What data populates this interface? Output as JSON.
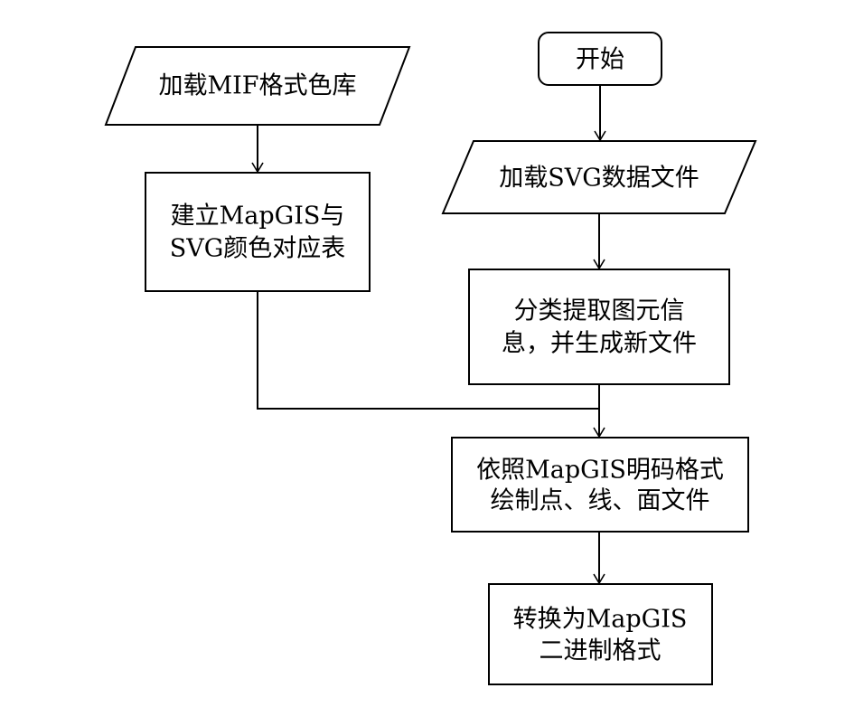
{
  "flowchart": {
    "start": "开始",
    "load_mif": "加载MIF格式色库",
    "build_table": [
      "建立MapGIS与",
      "SVG颜色对应表"
    ],
    "load_svg": "加载SVG数据文件",
    "classify": [
      "分类提取图元信",
      "息，并生成新文件"
    ],
    "draw": [
      "依照MapGIS明码格式",
      "绘制点、线、面文件"
    ],
    "convert": [
      "转换为MapGIS",
      "二进制格式"
    ]
  }
}
